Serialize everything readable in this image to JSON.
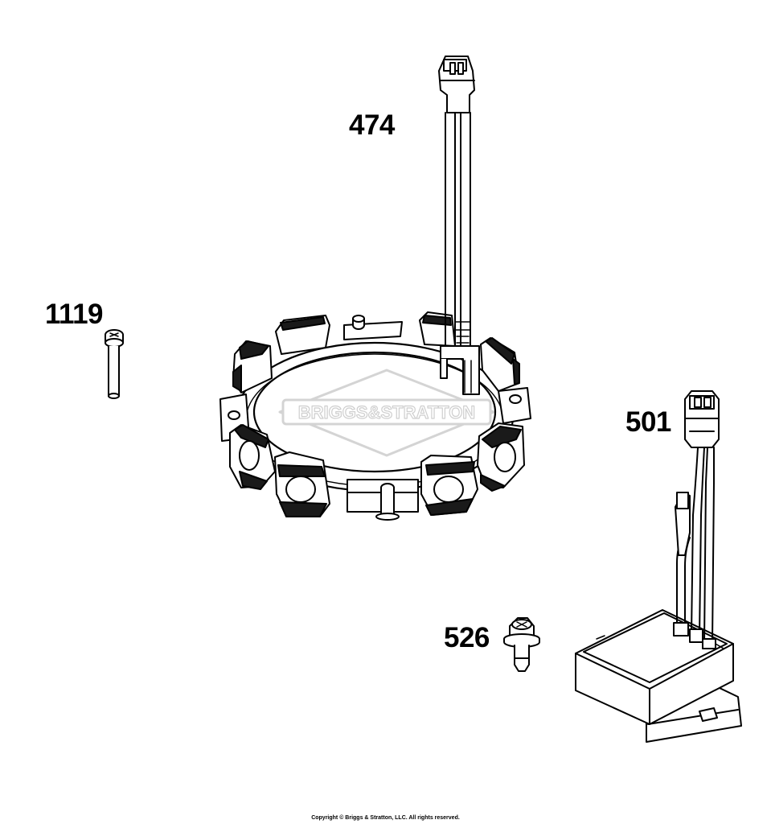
{
  "callouts": {
    "stator": "474",
    "screw": "1119",
    "regulator": "501",
    "bolt": "526"
  },
  "watermark": "BRIGGS&STRATTON",
  "copyright": "Copyright © Briggs & Stratton, LLC. All rights reserved.",
  "colors": {
    "line": "#000000",
    "background": "#ffffff",
    "coil_fill": "#1a1a1a",
    "watermark": "#d9d9d9"
  }
}
